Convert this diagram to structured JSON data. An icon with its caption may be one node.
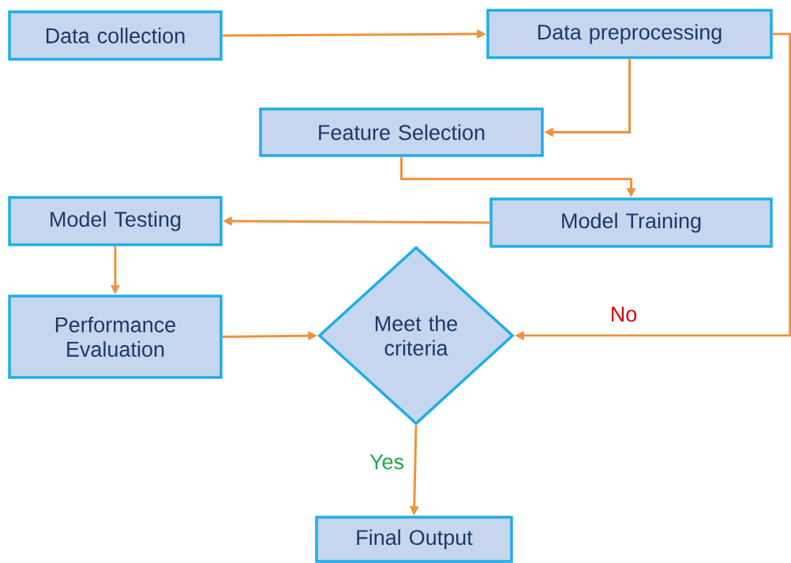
{
  "diagram": {
    "nodes": [
      {
        "text": [
          "Data collection"
        ]
      },
      {
        "text": [
          "Data preprocessing"
        ]
      },
      {
        "text": [
          "Feature Selection"
        ]
      },
      {
        "text": [
          "Model Training"
        ]
      },
      {
        "text": [
          "Model Testing"
        ]
      },
      {
        "text": [
          "Performance Evaluation"
        ]
      },
      {
        "text": [
          "Meet the criteria"
        ]
      },
      {
        "text": [
          "Final Output"
        ]
      }
    ],
    "edges": [
      {
        "from": 0,
        "to": 1,
        "arrow": "to"
      },
      {
        "from": 1,
        "to": 2,
        "arrow": "to"
      },
      {
        "from": 2,
        "to": 3,
        "arrow": "to"
      },
      {
        "from": 3,
        "to": 4,
        "arrow": "to"
      },
      {
        "from": 4,
        "to": 5,
        "arrow": "to"
      },
      {
        "from": 5,
        "to": 6,
        "arrow": "to"
      },
      {
        "from": 1,
        "to": 6,
        "arrow": "to",
        "label": "No"
      },
      {
        "from": 6,
        "to": 7,
        "arrow": "to",
        "label": "Yes"
      }
    ]
  }
}
